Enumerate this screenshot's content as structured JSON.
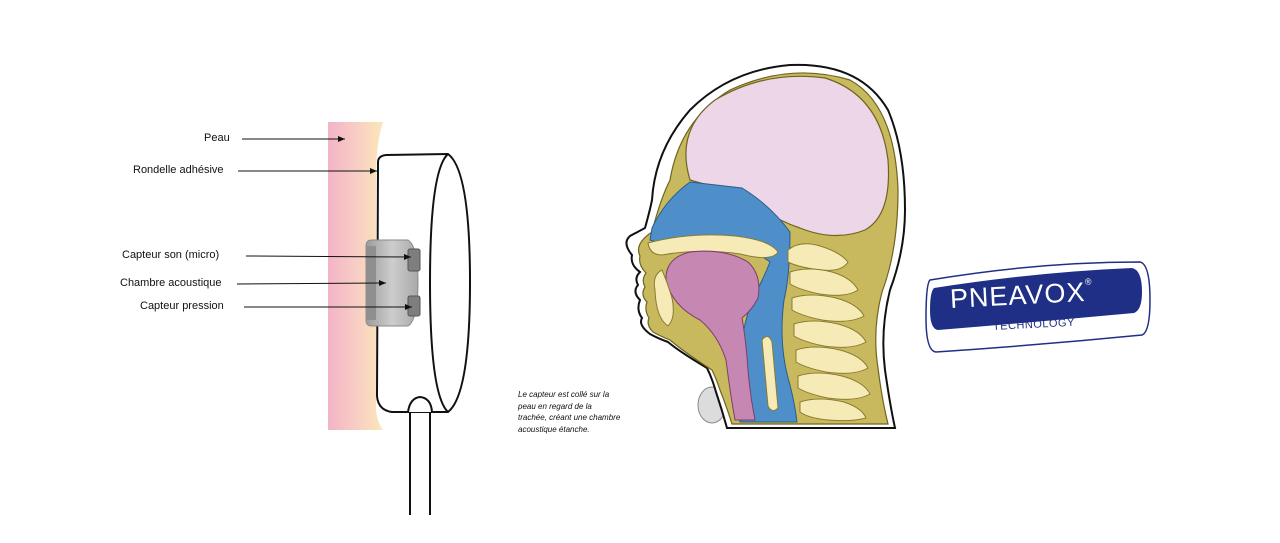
{
  "labels": {
    "skin": "Peau",
    "adhesive": "Rondelle adhésive",
    "sound_sensor": "Capteur son (micro)",
    "acoustic_chamber": "Chambre acoustique",
    "pressure_sensor": "Capteur pression"
  },
  "caption_lines": [
    "Le capteur est collé sur la",
    "peau en regard de la",
    "trachée, créant une chambre",
    "acoustique étanche."
  ],
  "logo": {
    "brand": "PNEAVOX",
    "registered": "®",
    "subtitle": "TECHNOLOGY"
  },
  "colors": {
    "skin_pink": "#f3b4c6",
    "skin_cream": "#fbe7b7",
    "sensor_gray": "#bdbdbd",
    "brain_pink": "#ecd6e8",
    "tissue_olive": "#c9b95e",
    "airway_blue": "#4e8fca",
    "tongue_mauve": "#c687b3",
    "bone_cream": "#f6eab7",
    "logo_navy": "#1f2f86"
  }
}
